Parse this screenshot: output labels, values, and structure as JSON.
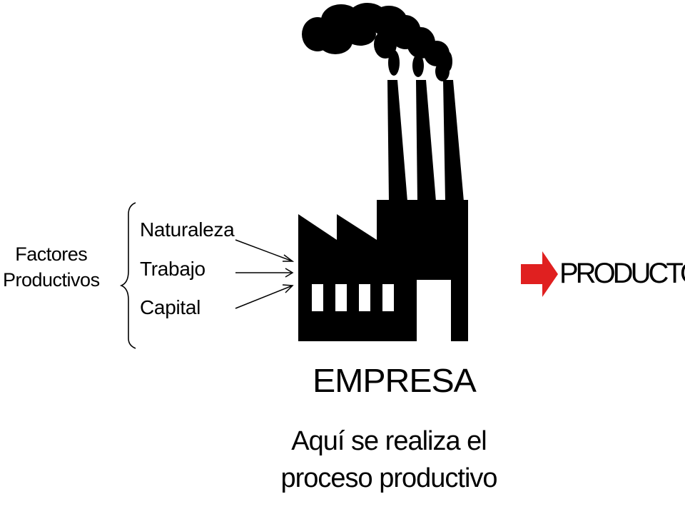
{
  "inputs": {
    "group_label_line1": "Factores",
    "group_label_line2": "Productivos",
    "items": [
      {
        "label": "Naturaleza"
      },
      {
        "label": "Trabajo"
      },
      {
        "label": "Capital"
      }
    ]
  },
  "factory": {
    "title": "EMPRESA",
    "caption_line1": "Aquí se realiza el",
    "caption_line2": "proceso productivo",
    "icon": "factory-icon"
  },
  "output": {
    "label": "PRODUCTOS",
    "arrow_color": "#e02020"
  }
}
